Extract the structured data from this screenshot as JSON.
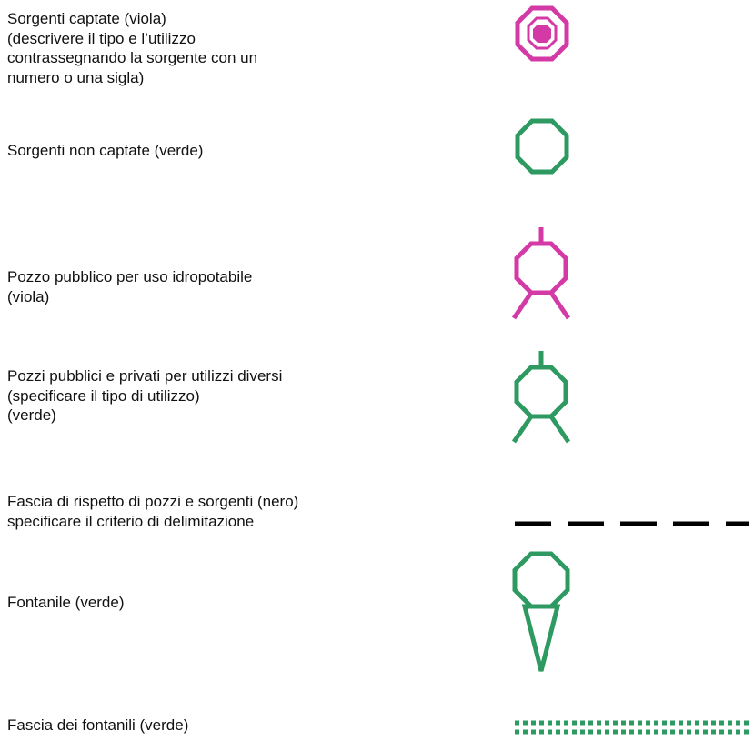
{
  "colors": {
    "viola": "#d33aa6",
    "verde": "#2e9a62",
    "nero": "#000000"
  },
  "legend": [
    {
      "id": "sorgenti-captate",
      "lines": [
        "Sorgenti captate (viola)",
        "(descrivere il tipo e l’utilizzo",
        "contrassegnando la sorgente con un",
        "numero o una sigla)"
      ],
      "symbol": "octagon-with-dot",
      "color": "viola"
    },
    {
      "id": "sorgenti-non-captate",
      "lines": [
        "Sorgenti non captate (verde)"
      ],
      "symbol": "octagon",
      "color": "verde"
    },
    {
      "id": "pozzo-pubblico",
      "lines": [
        "Pozzo pubblico per uso idropotabile",
        "(viola)"
      ],
      "symbol": "well",
      "color": "viola"
    },
    {
      "id": "pozzi-diversi",
      "lines": [
        "Pozzi pubblici e privati per utilizzi diversi",
        "(specificare il tipo di utilizzo)",
        "(verde)"
      ],
      "symbol": "well",
      "color": "verde"
    },
    {
      "id": "fascia-rispetto",
      "lines": [
        "Fascia di rispetto di pozzi e sorgenti (nero)",
        "specificare il criterio di delimitazione"
      ],
      "symbol": "dashed-line",
      "color": "nero"
    },
    {
      "id": "fontanile",
      "lines": [
        "Fontanile (verde)"
      ],
      "symbol": "octagon-with-spike",
      "color": "verde"
    },
    {
      "id": "fascia-fontanili",
      "lines": [
        "Fascia dei fontanili (verde)"
      ],
      "symbol": "dotted-double-line",
      "color": "verde"
    }
  ]
}
